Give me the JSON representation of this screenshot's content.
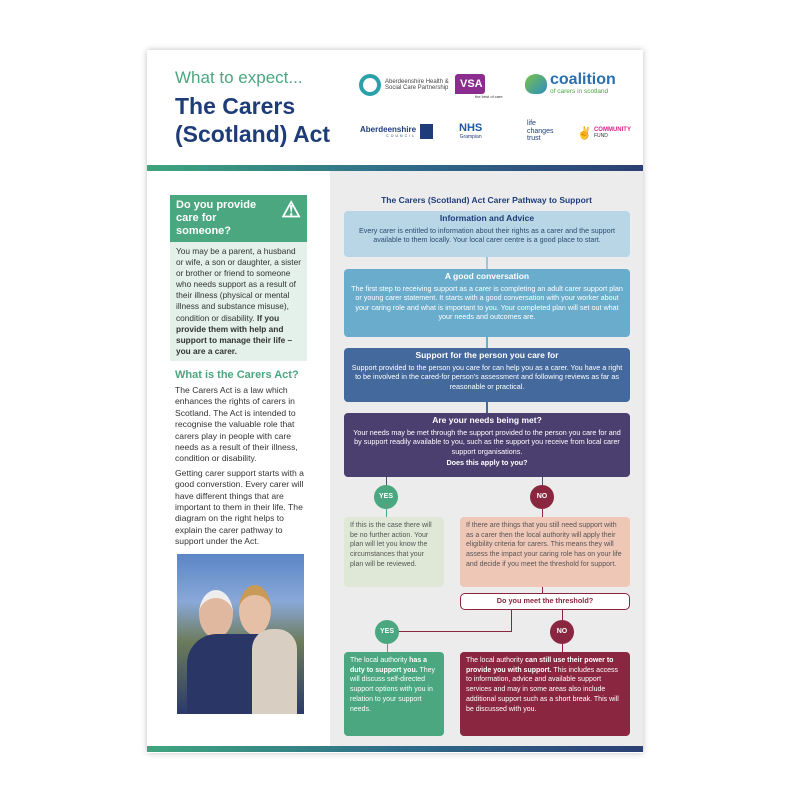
{
  "header": {
    "subtitle": "What to expect...",
    "title_line1": "The Carers",
    "title_line2": "(Scotland) Act"
  },
  "logos": {
    "ahscp": "Aberdeenshire Health & Social Care Partnership",
    "vsa": "VSA",
    "vsa_tag": "the best of care",
    "coalition": "coalition",
    "coalition_sub": "of carers in scotland",
    "council": "Aberdeenshire",
    "council_sub": "COUNCIL",
    "nhs": "NHS",
    "nhs_sub": "Grampian",
    "lct": "life changes trust",
    "community": "COMMUNITY",
    "fund": "FUND"
  },
  "left": {
    "box_title": "Do you provide care for someone?",
    "box_text": "You may be a parent, a husband or wife, a son or daughter, a sister or brother or friend to someone who needs support as a result of their illness (physical or mental illness and substance misuse), condition or disability.",
    "box_bold": "If you provide them with help and support to manage their life – you are a carer.",
    "section_title": "What is the Carers Act?",
    "para1": "The Carers Act is a law which enhances the rights of carers in Scotland. The Act is intended to recognise the valuable role that carers play in people with care needs as a result of their illness, condition or disability.",
    "para2": "Getting carer support starts with a good converstion. Every carer will have different things that are important to them in their life. The diagram on the right helps to explain the carer pathway to support under the Act."
  },
  "pathway": {
    "title": "The Carers (Scotland) Act Carer Pathway to Support",
    "step1_title": "Information and Advice",
    "step1_text": "Every carer is entitled to information about their rights as a carer and the support available to them locally. Your local carer centre is a good place to start.",
    "step2_title": "A good conversation",
    "step2_text": "The first step to receiving support as a carer is completing an adult carer support plan or young carer statement. It starts with a good conversation with your worker about your caring role and what is important to you. Your completed plan will set out what your needs and outcomes are.",
    "step3_title": "Support for the person you care for",
    "step3_text": "Support provided to the person you care for can help you as a carer. You have a right to be involved in the cared-for person's assessment and following reviews as far as reasonable or practical.",
    "step4_title": "Are your needs being met?",
    "step4_text": "Your needs may be met through the support provided to the person you care for and by support readily available to you, such as the support you receive from local carer support organisations.",
    "step4_question": "Does this apply to you?",
    "yes": "YES",
    "no": "NO",
    "yes1_text": "If this is the case there will be no further action. Your plan will let you know the circumstances that your plan will be reviewed.",
    "no1_text": "If there are things that you still need support with as a carer then the local authority will apply their eligibility criteria for carers. This means they will assess the impact your caring role has on your life and decide if you meet the threshold for support.",
    "threshold": "Do you meet the threshold?",
    "yes2_pre": "The local authority ",
    "yes2_bold": "has a duty to support you.",
    "yes2_post": " They will discuss self-directed support options with you in relation to your support needs.",
    "no2_pre": "The local authority ",
    "no2_bold": "can still use their power to provide you with support.",
    "no2_post": " This includes access to information, advice and available support services and may in some areas also include additional support such as a short break. This will be discussed with you."
  }
}
